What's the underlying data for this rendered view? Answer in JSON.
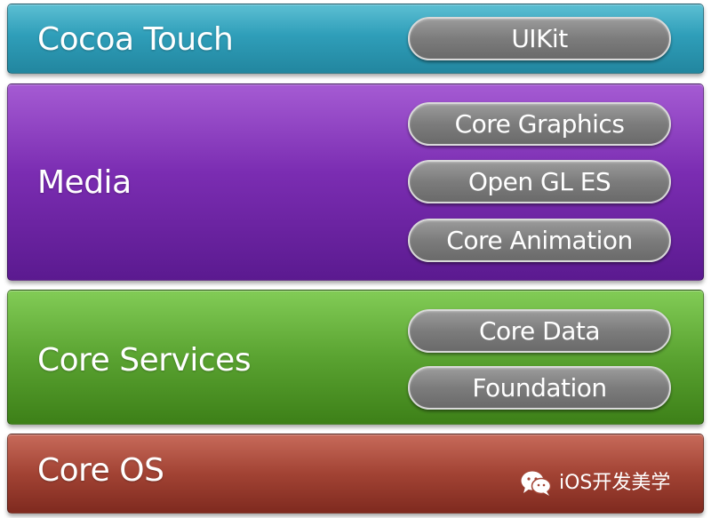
{
  "layers": [
    {
      "title": "Cocoa Touch",
      "color": "#2f9eb9",
      "frameworks": [
        "UIKit"
      ]
    },
    {
      "title": "Media",
      "color": "#7b2db2",
      "frameworks": [
        "Core Graphics",
        "Open GL ES",
        "Core Animation"
      ]
    },
    {
      "title": "Core Services",
      "color": "#5aa331",
      "frameworks": [
        "Core Data",
        "Foundation"
      ]
    },
    {
      "title": "Core OS",
      "color": "#a24334",
      "frameworks": []
    }
  ],
  "watermark": {
    "icon": "wechat-icon",
    "text": "iOS开发美学"
  }
}
